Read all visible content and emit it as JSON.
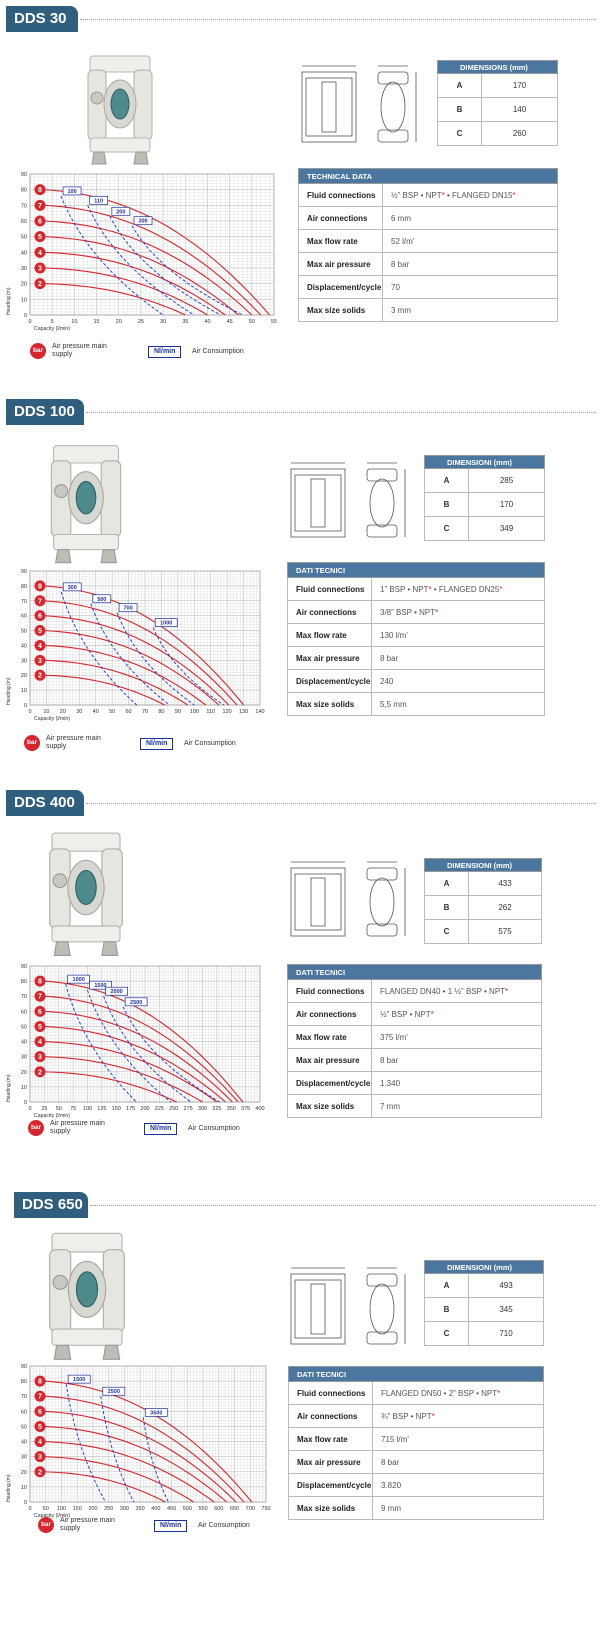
{
  "colors": {
    "header": "#2f5e7e",
    "table_header": "#4a76a0",
    "pressure_curve": "#d7262e",
    "air_curve": "#1a2fd8"
  },
  "legend": {
    "bar_icon": "bar",
    "pressure_text": "Air pressure main supply",
    "nl_box": "Nl/min",
    "air_text": "Air Consumption"
  },
  "sections": [
    {
      "title": "DDS 30",
      "dim_header": "DIMENSIONS (mm)",
      "dims": [
        {
          "k": "A",
          "v": "170"
        },
        {
          "k": "B",
          "v": "140"
        },
        {
          "k": "C",
          "v": "260"
        }
      ],
      "tech_header": "TECHNICAL DATA",
      "tech": [
        {
          "k": "Fluid connections",
          "v": "½” BSP • NPT* • FLANGED DN15*"
        },
        {
          "k": "Air connections",
          "v": "6 mm"
        },
        {
          "k": "Max flow rate",
          "v": "52 l/m’"
        },
        {
          "k": "Max air pressure",
          "v": "8 bar"
        },
        {
          "k": "Displacement/cycle",
          "v": "70"
        },
        {
          "k": "Max size solids",
          "v": "3 mm"
        }
      ]
    },
    {
      "title": "DDS 100",
      "dim_header": "DIMENSIONI (mm)",
      "dims": [
        {
          "k": "A",
          "v": "285"
        },
        {
          "k": "B",
          "v": "170"
        },
        {
          "k": "C",
          "v": "349"
        }
      ],
      "tech_header": "DATI TECNICI",
      "tech": [
        {
          "k": "Fluid connections",
          "v": "1” BSP • NPT* • FLANGED DN25*"
        },
        {
          "k": "Air connections",
          "v": "3/8” BSP • NPT*"
        },
        {
          "k": "Max flow rate",
          "v": "130 l/m’"
        },
        {
          "k": "Max air pressure",
          "v": "8 bar"
        },
        {
          "k": "Displacement/cycle",
          "v": "240"
        },
        {
          "k": "Max size solids",
          "v": "5,5 mm"
        }
      ]
    },
    {
      "title": "DDS 400",
      "dim_header": "DIMENSIONI (mm)",
      "dims": [
        {
          "k": "A",
          "v": "433"
        },
        {
          "k": "B",
          "v": "262"
        },
        {
          "k": "C",
          "v": "575"
        }
      ],
      "tech_header": "DATI TECNICI",
      "tech": [
        {
          "k": "Fluid connections",
          "v": "FLANGED DN40 • 1 ½” BSP • NPT*"
        },
        {
          "k": "Air connections",
          "v": "½” BSP • NPT*"
        },
        {
          "k": "Max flow rate",
          "v": "375 l/m’"
        },
        {
          "k": "Max air pressure",
          "v": "8 bar"
        },
        {
          "k": "Displacement/cycle",
          "v": "1.340"
        },
        {
          "k": "Max size solids",
          "v": "7 mm"
        }
      ]
    },
    {
      "title": "DDS 650",
      "dim_header": "DIMENSIONI (mm)",
      "dims": [
        {
          "k": "A",
          "v": "493"
        },
        {
          "k": "B",
          "v": "345"
        },
        {
          "k": "C",
          "v": "710"
        }
      ],
      "tech_header": "DATI TECNICI",
      "tech": [
        {
          "k": "Fluid connections",
          "v": "FLANGED DN50 • 2” BSP • NPT*"
        },
        {
          "k": "Air connections",
          "v": "¾” BSP • NPT*"
        },
        {
          "k": "Max flow rate",
          "v": "715 l/m’"
        },
        {
          "k": "Max air pressure",
          "v": "8 bar"
        },
        {
          "k": "Displacement/cycle",
          "v": "3.820"
        },
        {
          "k": "Max size solids",
          "v": "9 mm"
        }
      ]
    }
  ],
  "chart_data": [
    {
      "type": "line",
      "xlabel": "Capacity (l/min)",
      "ylabel": "Heading (m)",
      "xlim": [
        0,
        55
      ],
      "ylim": [
        0,
        90
      ],
      "xticks": [
        0,
        5,
        10,
        15,
        20,
        25,
        30,
        35,
        40,
        45,
        50,
        55
      ],
      "yticks": [
        0,
        10,
        20,
        30,
        40,
        50,
        60,
        70,
        80,
        90
      ],
      "pressure_labels": [
        "8",
        "7",
        "6",
        "5",
        "4",
        "3",
        "2"
      ],
      "pressure_series": [
        {
          "name": "8",
          "y0": 80,
          "xmax": 54
        },
        {
          "name": "7",
          "y0": 70,
          "xmax": 52
        },
        {
          "name": "6",
          "y0": 60,
          "xmax": 50
        },
        {
          "name": "5",
          "y0": 50,
          "xmax": 47
        },
        {
          "name": "4",
          "y0": 40,
          "xmax": 44
        },
        {
          "name": "3",
          "y0": 30,
          "xmax": 40
        },
        {
          "name": "2",
          "y0": 20,
          "xmax": 35
        }
      ],
      "air_labels": [
        "100",
        "110",
        "200",
        "300"
      ],
      "air_series": [
        {
          "name": "100",
          "top": [
            7,
            76
          ],
          "bottom": [
            30,
            0
          ]
        },
        {
          "name": "110",
          "top": [
            13,
            70
          ],
          "bottom": [
            37,
            0
          ]
        },
        {
          "name": "200",
          "top": [
            18,
            63
          ],
          "bottom": [
            43,
            0
          ]
        },
        {
          "name": "300",
          "top": [
            23,
            57
          ],
          "bottom": [
            48,
            0
          ]
        }
      ]
    },
    {
      "type": "line",
      "xlabel": "Capacity (l/min)",
      "ylabel": "Heading (m)",
      "xlim": [
        0,
        140
      ],
      "ylim": [
        0,
        90
      ],
      "xticks": [
        0,
        10,
        20,
        30,
        40,
        50,
        60,
        70,
        80,
        90,
        100,
        110,
        120,
        130,
        140
      ],
      "yticks": [
        0,
        10,
        20,
        30,
        40,
        50,
        60,
        70,
        80,
        90
      ],
      "pressure_labels": [
        "8",
        "7",
        "6",
        "5",
        "4",
        "3",
        "2"
      ],
      "pressure_series": [
        {
          "name": "8",
          "y0": 80,
          "xmax": 130
        },
        {
          "name": "7",
          "y0": 70,
          "xmax": 126
        },
        {
          "name": "6",
          "y0": 60,
          "xmax": 121
        },
        {
          "name": "5",
          "y0": 50,
          "xmax": 115
        },
        {
          "name": "4",
          "y0": 40,
          "xmax": 107
        },
        {
          "name": "3",
          "y0": 30,
          "xmax": 96
        },
        {
          "name": "2",
          "y0": 20,
          "xmax": 82
        }
      ],
      "air_labels": [
        "300",
        "500",
        "700",
        "1000"
      ],
      "air_series": [
        {
          "name": "300",
          "top": [
            19,
            76
          ],
          "bottom": [
            65,
            0
          ]
        },
        {
          "name": "500",
          "top": [
            37,
            68
          ],
          "bottom": [
            85,
            0
          ]
        },
        {
          "name": "700",
          "top": [
            53,
            62
          ],
          "bottom": [
            100,
            0
          ]
        },
        {
          "name": "1000",
          "top": [
            75,
            52
          ],
          "bottom": [
            118,
            0
          ]
        }
      ]
    },
    {
      "type": "line",
      "xlabel": "Capacity (l/min)",
      "ylabel": "Heading (m)",
      "xlim": [
        0,
        400
      ],
      "ylim": [
        0,
        90
      ],
      "xticks": [
        0,
        25,
        50,
        75,
        100,
        125,
        150,
        175,
        200,
        225,
        250,
        275,
        300,
        325,
        350,
        375,
        400
      ],
      "yticks": [
        0,
        10,
        20,
        30,
        40,
        50,
        60,
        70,
        80,
        90
      ],
      "pressure_labels": [
        "8",
        "7",
        "6",
        "5",
        "4",
        "3",
        "2"
      ],
      "pressure_series": [
        {
          "name": "8",
          "y0": 80,
          "xmax": 370
        },
        {
          "name": "7",
          "y0": 70,
          "xmax": 362
        },
        {
          "name": "6",
          "y0": 60,
          "xmax": 352
        },
        {
          "name": "5",
          "y0": 50,
          "xmax": 340
        },
        {
          "name": "4",
          "y0": 40,
          "xmax": 325
        },
        {
          "name": "3",
          "y0": 30,
          "xmax": 300
        },
        {
          "name": "2",
          "y0": 20,
          "xmax": 255
        }
      ],
      "air_labels": [
        "1000",
        "1500",
        "2000",
        "2500"
      ],
      "air_series": [
        {
          "name": "1000",
          "top": [
            62,
            78
          ],
          "bottom": [
            185,
            0
          ]
        },
        {
          "name": "1500",
          "top": [
            100,
            74
          ],
          "bottom": [
            245,
            0
          ]
        },
        {
          "name": "2000",
          "top": [
            128,
            70
          ],
          "bottom": [
            280,
            0
          ]
        },
        {
          "name": "2500",
          "top": [
            162,
            63
          ],
          "bottom": [
            330,
            0
          ]
        }
      ]
    },
    {
      "type": "line",
      "xlabel": "Capacity (l/min)",
      "ylabel": "Heading (m)",
      "xlim": [
        0,
        750
      ],
      "ylim": [
        0,
        90
      ],
      "xticks": [
        0,
        50,
        100,
        150,
        200,
        250,
        300,
        350,
        400,
        450,
        500,
        550,
        600,
        650,
        700,
        750
      ],
      "yticks": [
        0,
        10,
        20,
        30,
        40,
        50,
        60,
        70,
        80,
        90
      ],
      "pressure_labels": [
        "8",
        "7",
        "6",
        "5",
        "4",
        "3",
        "2"
      ],
      "pressure_series": [
        {
          "name": "8",
          "y0": 80,
          "xmax": 705
        },
        {
          "name": "7",
          "y0": 70,
          "xmax": 680
        },
        {
          "name": "6",
          "y0": 60,
          "xmax": 655
        },
        {
          "name": "5",
          "y0": 50,
          "xmax": 625
        },
        {
          "name": "4",
          "y0": 40,
          "xmax": 585
        },
        {
          "name": "3",
          "y0": 30,
          "xmax": 520
        },
        {
          "name": "2",
          "y0": 20,
          "xmax": 430
        }
      ],
      "air_labels": [
        "1500",
        "2500",
        "3500"
      ],
      "air_series": [
        {
          "name": "1500",
          "top": [
            115,
            78
          ],
          "bottom": [
            240,
            0
          ]
        },
        {
          "name": "2500",
          "top": [
            225,
            70
          ],
          "bottom": [
            330,
            0
          ]
        },
        {
          "name": "3500",
          "top": [
            360,
            56
          ],
          "bottom": [
            440,
            0
          ]
        }
      ]
    }
  ]
}
